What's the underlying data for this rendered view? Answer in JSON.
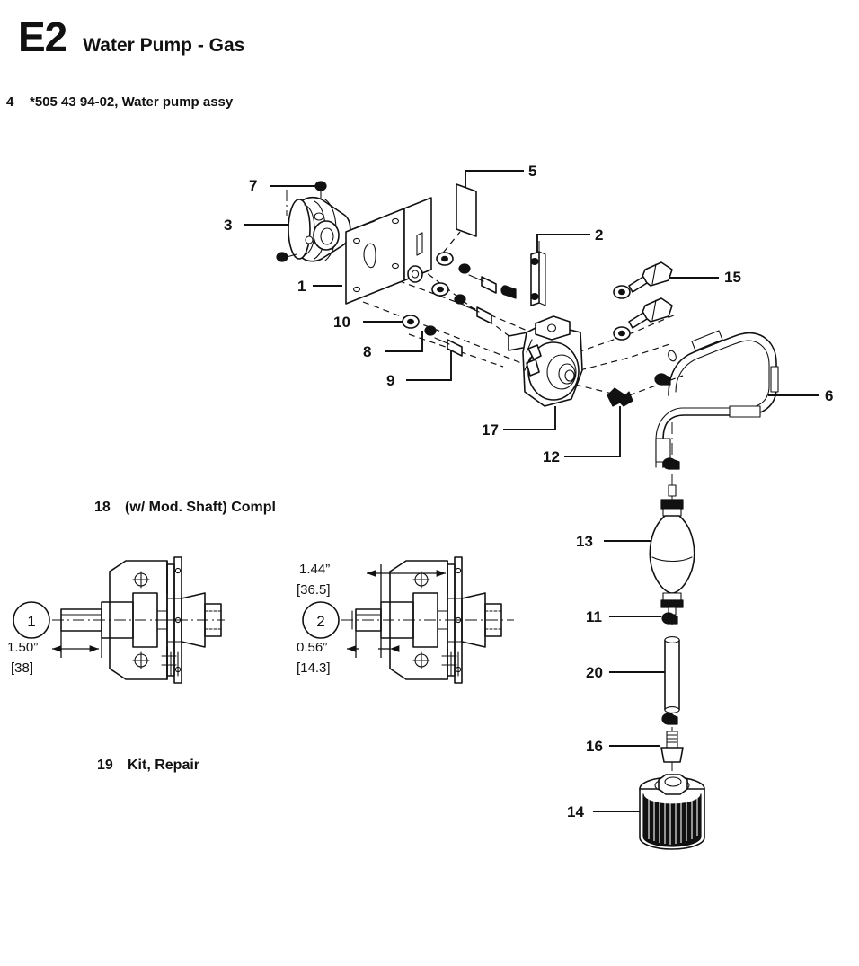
{
  "header": {
    "section_code": "E2",
    "section_title": "Water Pump - Gas"
  },
  "assembly": {
    "ref": "4",
    "description": "*505 43 94-02, Water pump assy"
  },
  "subheadings": [
    {
      "ref": "18",
      "text": "(w/ Mod. Shaft) Compl"
    },
    {
      "ref": "19",
      "text": "Kit, Repair"
    }
  ],
  "callouts": {
    "c1": "1",
    "c2": "2",
    "c3": "3",
    "c5": "5",
    "c6": "6",
    "c7": "7",
    "c8": "8",
    "c9": "9",
    "c10": "10",
    "c11": "11",
    "c12": "12",
    "c13": "13",
    "c14": "14",
    "c15": "15",
    "c16": "16",
    "c17": "17",
    "c20": "20"
  },
  "detail_views": [
    {
      "balloon": "1",
      "dimension_inch": "1.50”",
      "dimension_mm": "[38]"
    },
    {
      "balloon": "2",
      "dimension_inch_top": "1.44”",
      "dimension_mm_top": "[36.5]",
      "dimension_inch_bottom": "0.56”",
      "dimension_mm_bottom": "[14.3]"
    }
  ],
  "colors": {
    "ink": "#111111",
    "paper": "#ffffff",
    "fill_light": "#ffffff",
    "fill_dark": "#111111"
  }
}
